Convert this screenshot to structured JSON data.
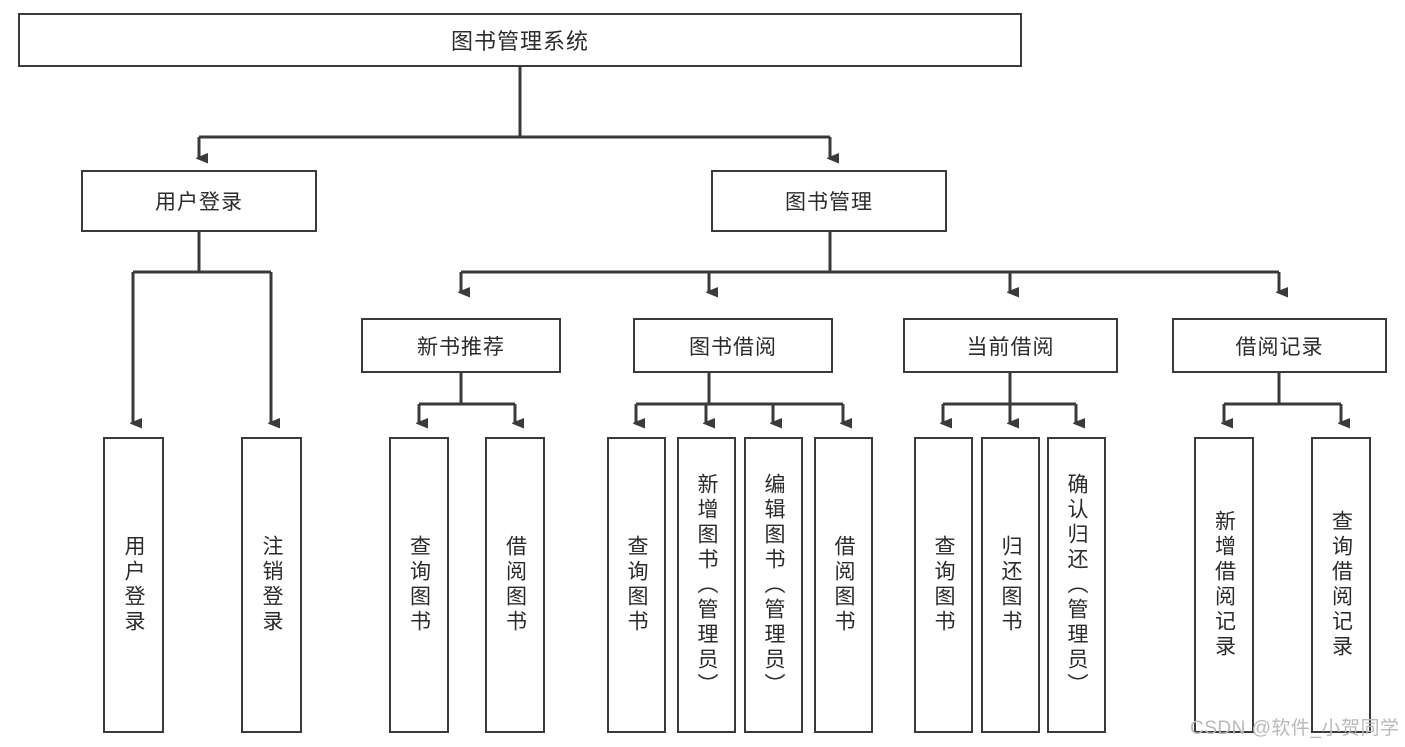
{
  "diagram": {
    "type": "hierarchy-tree",
    "title": "图书管理系统",
    "orientation": "top-down",
    "levels": 4,
    "root": {
      "id": "root",
      "label": "图书管理系统"
    },
    "level2": [
      {
        "id": "user-login",
        "label": "用户登录"
      },
      {
        "id": "book-management",
        "label": "图书管理"
      }
    ],
    "level3": [
      {
        "id": "new-book-recommend",
        "label": "新书推荐",
        "parent": "book-management"
      },
      {
        "id": "book-borrow",
        "label": "图书借阅",
        "parent": "book-management"
      },
      {
        "id": "current-borrow",
        "label": "当前借阅",
        "parent": "book-management"
      },
      {
        "id": "borrow-record",
        "label": "借阅记录",
        "parent": "book-management"
      }
    ],
    "leaves": [
      {
        "id": "leaf-user-login",
        "label": "用户登录",
        "parent": "user-login"
      },
      {
        "id": "leaf-logout-login",
        "label": "注销登录",
        "parent": "user-login"
      },
      {
        "id": "leaf-query-book-1",
        "label": "查询图书",
        "parent": "new-book-recommend"
      },
      {
        "id": "leaf-borrow-book-1",
        "label": "借阅图书",
        "parent": "new-book-recommend"
      },
      {
        "id": "leaf-query-book-2",
        "label": "查询图书",
        "parent": "book-borrow"
      },
      {
        "id": "leaf-add-book-admin",
        "label": "新增图书（管理员）",
        "parent": "book-borrow"
      },
      {
        "id": "leaf-edit-book-admin",
        "label": "编辑图书（管理员）",
        "parent": "book-borrow"
      },
      {
        "id": "leaf-borrow-book-2",
        "label": "借阅图书",
        "parent": "book-borrow"
      },
      {
        "id": "leaf-query-book-3",
        "label": "查询图书",
        "parent": "current-borrow"
      },
      {
        "id": "leaf-return-book",
        "label": "归还图书",
        "parent": "current-borrow"
      },
      {
        "id": "leaf-confirm-return-admin",
        "label": "确认归还（管理员）",
        "parent": "current-borrow"
      },
      {
        "id": "leaf-add-borrow-record",
        "label": "新增借阅记录",
        "parent": "borrow-record"
      },
      {
        "id": "leaf-query-borrow-record",
        "label": "查询借阅记录",
        "parent": "borrow-record"
      }
    ]
  },
  "watermark": {
    "text": "CSDN @软件_小贺同学"
  },
  "colors": {
    "border": "#3a3a3a",
    "text": "#2b2b2b",
    "background": "#ffffff",
    "watermark": "#b9b9b9"
  }
}
